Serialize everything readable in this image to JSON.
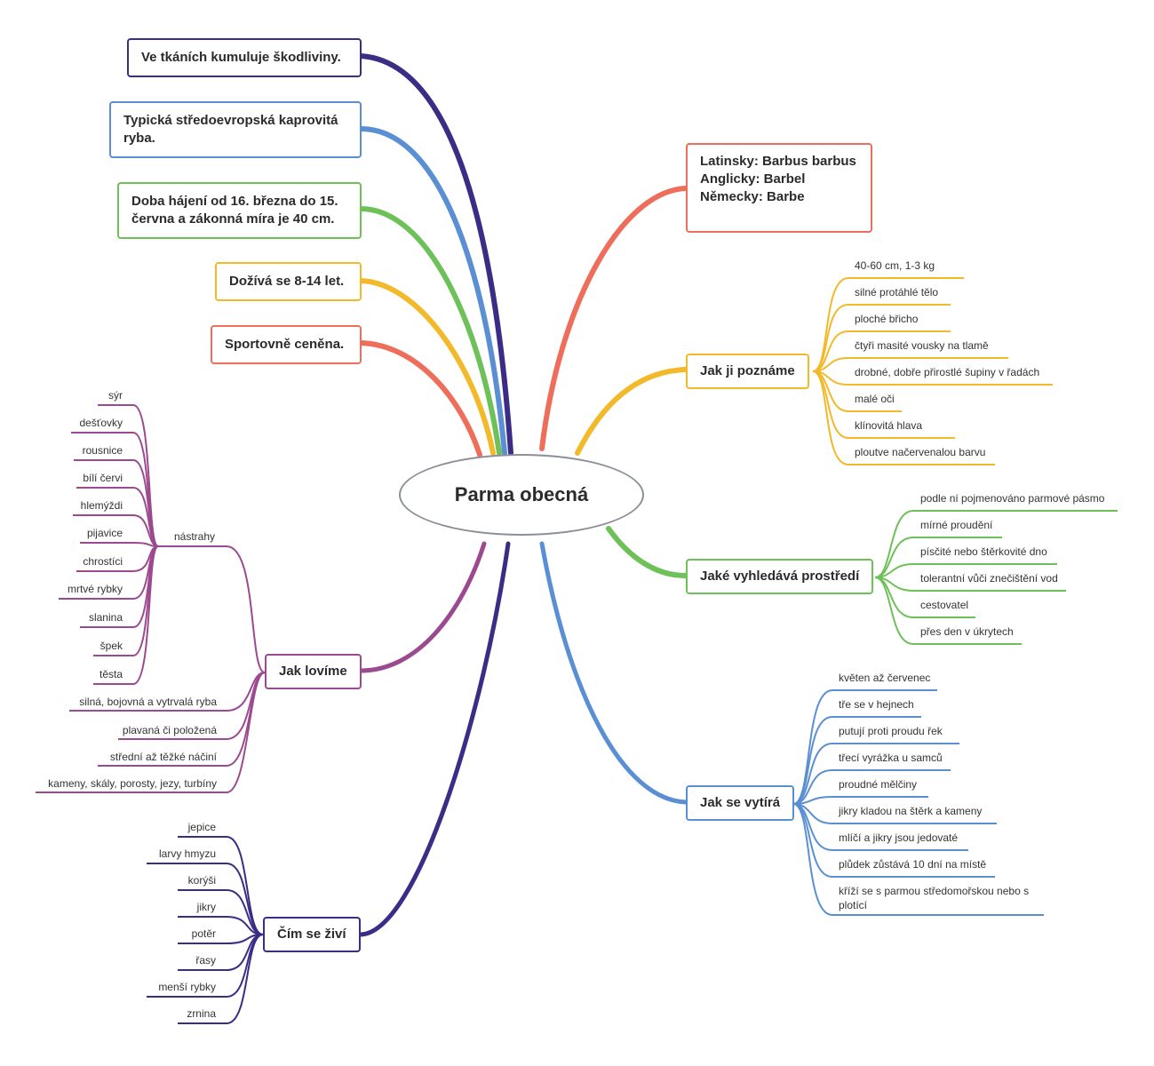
{
  "title": "Parma obecná",
  "colors": {
    "red": "#ee6e5b",
    "orange": "#f2b92a",
    "green": "#6ec058",
    "blue": "#5b8fd4",
    "navy": "#3b2d85",
    "purple": "#9c4a8f",
    "center_border": "#8a8f98"
  },
  "left_facts": [
    {
      "text": "Ve tkáních kumuluje škodliviny.",
      "color": "navy"
    },
    {
      "text": "Typická středoevropská kaprovitá ryba.",
      "color": "blue"
    },
    {
      "text": "Doba hájení od 16. března do 15. června a zákonná míra je 40 cm.",
      "color": "green"
    },
    {
      "text": "Dožívá se 8-14 let.",
      "color": "orange"
    },
    {
      "text": "Sportovně ceněna.",
      "color": "red"
    }
  ],
  "names": {
    "latin": "Latinsky: Barbus barbus",
    "english": "Anglicky: Barbel",
    "german": "Německy: Barbe"
  },
  "jak_ji_pozname": {
    "label": "Jak ji poznáme",
    "items": [
      "40-60 cm, 1-3 kg",
      "silné protáhlé tělo",
      "ploché břicho",
      "čtyři masité vousky na tlamě",
      "drobné, dobře přirostlé šupiny v řadách",
      "malé oči",
      "klínovitá hlava",
      "ploutve načervenalou barvu"
    ]
  },
  "prostredi": {
    "label": "Jaké vyhledává prostředí",
    "items": [
      "podle ní pojmenováno parmové pásmo",
      "mírné proudění",
      "písčité nebo štěrkovité dno",
      "tolerantní vůči znečištění vod",
      "cestovatel",
      "přes den v úkrytech"
    ]
  },
  "vytira": {
    "label": "Jak se vytírá",
    "items": [
      "květen až červenec",
      "tře se v hejnech",
      "putují proti proudu řek",
      "třecí vyrážka u samců",
      "proudné mělčiny",
      "jikry kladou na štěrk a kameny",
      "mlíčí a jikry jsou jedovaté",
      "plůdek zůstává 10 dní na místě",
      "kříží se s parmou středomořskou nebo s",
      "plotící"
    ]
  },
  "lovime": {
    "label": "Jak lovíme",
    "nastrahy_label": "nástrahy",
    "nastrahy": [
      "sýr",
      "dešťovky",
      "rousnice",
      "bílí červi",
      "hlemýždi",
      "pijavice",
      "chrostíci",
      "mrtvé rybky",
      "slanina",
      "špek",
      "těsta"
    ],
    "items": [
      "silná, bojovná a vytrvalá ryba",
      "plavaná či položená",
      "střední až těžké náčiní",
      "kameny, skály, porosty, jezy, turbíny"
    ]
  },
  "zivi": {
    "label": "Čím se živí",
    "items": [
      "jepice",
      "larvy hmyzu",
      "korýši",
      "jikry",
      "potěr",
      "řasy",
      "menší rybky",
      "zrnina"
    ]
  }
}
